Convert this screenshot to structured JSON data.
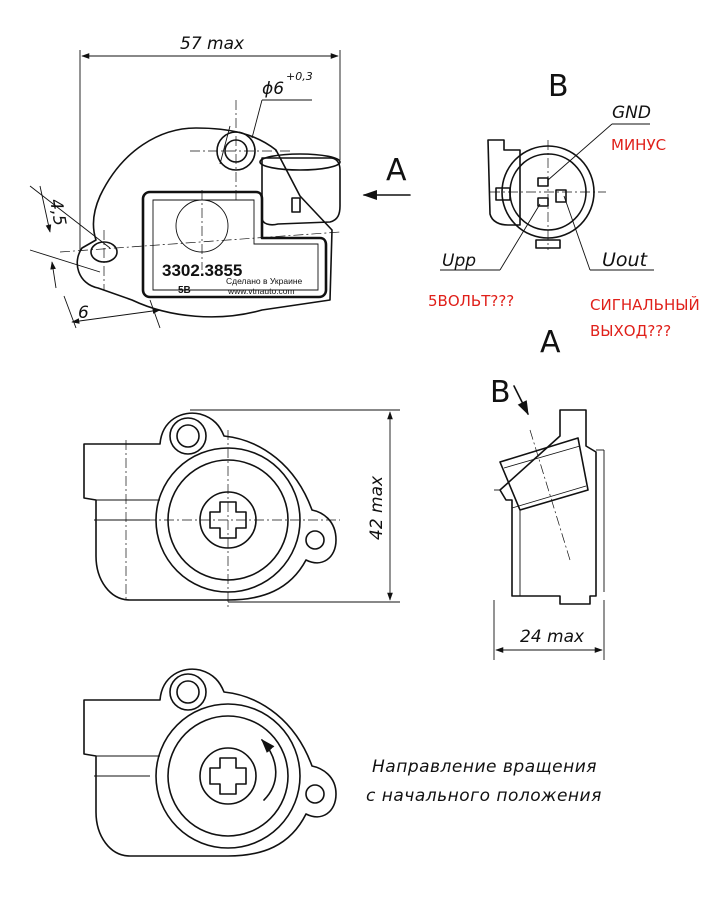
{
  "dimensions": {
    "width": "57 max",
    "hole": "ϕ6",
    "hole_tol": "+0,3",
    "offset_v": "4,5",
    "offset_h": "6",
    "height": "42 max",
    "depth": "24 max"
  },
  "view_labels": {
    "a_top": "A",
    "b_top": "B",
    "a_side": "A",
    "b_side": "B"
  },
  "connector": {
    "gnd": "GND",
    "upp": "Upp",
    "uout": "Uout"
  },
  "annotations": {
    "minus": "МИНУС",
    "five_volt": "5ВОЛЬТ???",
    "signal_line1": "СИГНАЛЬНЫЙ",
    "signal_line2": "ВЫХОД???",
    "color": "#e0201a"
  },
  "label_plate": {
    "part_number": "3302.3855",
    "voltage": "5В",
    "made_in": "Сделано в Украине",
    "site": "www.vtnauto.com"
  },
  "rotation_note": {
    "line1": "Направление вращения",
    "line2": "с начального положения"
  }
}
